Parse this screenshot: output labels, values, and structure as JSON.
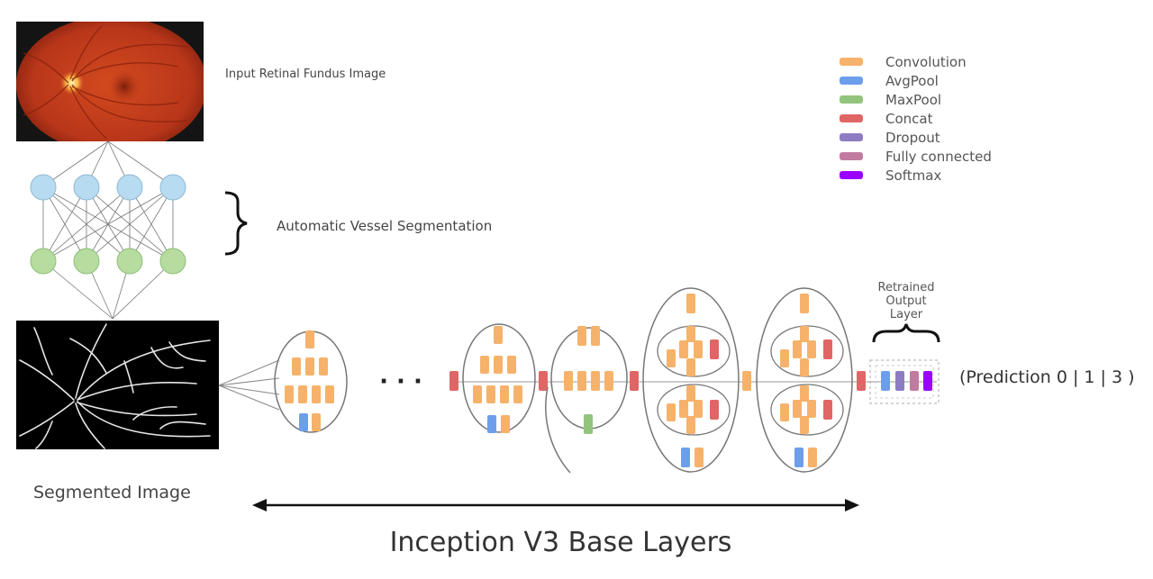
{
  "labels": {
    "input_image": "Input Retinal Fundus Image",
    "segmentation": "Automatic Vessel Segmentation",
    "segmented_image": "Segmented Image",
    "retrained_1": "Retrained",
    "retrained_2": "Output",
    "retrained_3": "Layer",
    "prediction": "(Prediction 0 | 1 | 3 )",
    "ellipsis": "· · ·",
    "base_layers": "Inception V3 Base Layers"
  },
  "legend": [
    {
      "label": "Convolution",
      "color": "#f6b26b"
    },
    {
      "label": "AvgPool",
      "color": "#6d9eeb"
    },
    {
      "label": "MaxPool",
      "color": "#93c47d"
    },
    {
      "label": "Concat",
      "color": "#e06666"
    },
    {
      "label": "Dropout",
      "color": "#8e7cc3"
    },
    {
      "label": "Fully connected",
      "color": "#c27ba0"
    },
    {
      "label": "Softmax",
      "color": "#9900ff"
    }
  ],
  "colors": {
    "convolution": "#f6b26b",
    "avgpool": "#6d9eeb",
    "maxpool": "#93c47d",
    "concat": "#e06666",
    "dropout": "#8e7cc3",
    "fully_connected": "#c27ba0",
    "softmax": "#9900ff",
    "input_node": "#b7dbf0",
    "output_node": "#b6dca0"
  }
}
